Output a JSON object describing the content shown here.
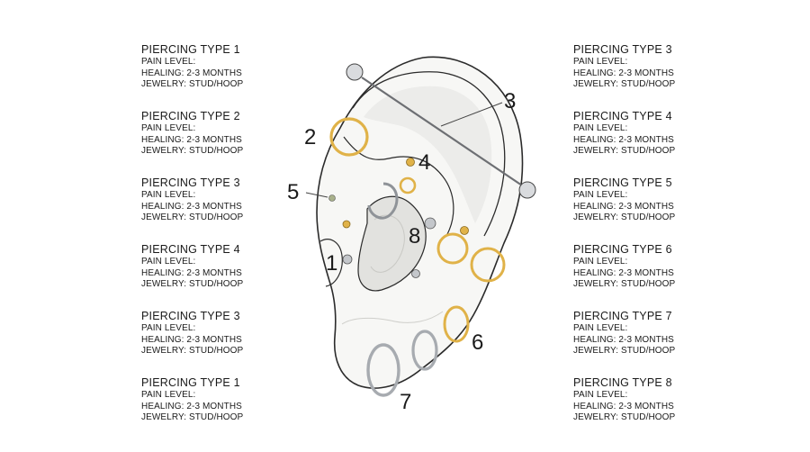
{
  "left_labels": [
    {
      "title": "PIERCING TYPE 1",
      "pain": "PAIN LEVEL:",
      "healing": "HEALING: 2-3 MONTHS",
      "jewelry": "JEWELRY: STUD/HOOP"
    },
    {
      "title": "PIERCING TYPE 2",
      "pain": "PAIN LEVEL:",
      "healing": "HEALING: 2-3 MONTHS",
      "jewelry": "JEWELRY: STUD/HOOP"
    },
    {
      "title": "PIERCING TYPE 3",
      "pain": "PAIN LEVEL:",
      "healing": "HEALING: 2-3 MONTHS",
      "jewelry": "JEWELRY: STUD/HOOP"
    },
    {
      "title": "PIERCING TYPE 4",
      "pain": "PAIN LEVEL:",
      "healing": "HEALING: 2-3 MONTHS",
      "jewelry": "JEWELRY: STUD/HOOP"
    },
    {
      "title": "PIERCING TYPE 3",
      "pain": "PAIN LEVEL:",
      "healing": "HEALING: 2-3 MONTHS",
      "jewelry": "JEWELRY: STUD/HOOP"
    },
    {
      "title": "PIERCING TYPE 1",
      "pain": "PAIN LEVEL:",
      "healing": "HEALING: 2-3 MONTHS",
      "jewelry": "JEWELRY: STUD/HOOP"
    }
  ],
  "right_labels": [
    {
      "title": "PIERCING TYPE 3",
      "pain": "PAIN LEVEL:",
      "healing": "HEALING: 2-3 MONTHS",
      "jewelry": "JEWELRY: STUD/HOOP"
    },
    {
      "title": "PIERCING TYPE 4",
      "pain": "PAIN LEVEL:",
      "healing": "HEALING: 2-3 MONTHS",
      "jewelry": "JEWELRY: STUD/HOOP"
    },
    {
      "title": "PIERCING TYPE 5",
      "pain": "PAIN LEVEL:",
      "healing": "HEALING: 2-3 MONTHS",
      "jewelry": "JEWELRY: STUD/HOOP"
    },
    {
      "title": "PIERCING TYPE 6",
      "pain": "PAIN LEVEL:",
      "healing": "HEALING: 2-3 MONTHS",
      "jewelry": "JEWELRY: STUD/HOOP"
    },
    {
      "title": "PIERCING TYPE 7",
      "pain": "PAIN LEVEL:",
      "healing": "HEALING: 2-3 MONTHS",
      "jewelry": "JEWELRY: STUD/HOOP"
    },
    {
      "title": "PIERCING TYPE 8",
      "pain": "PAIN LEVEL:",
      "healing": "HEALING: 2-3 MONTHS",
      "jewelry": "JEWELRY: STUD/HOOP"
    }
  ],
  "markers": {
    "m1": "1",
    "m2": "2",
    "m3": "3",
    "m4": "4",
    "m5": "5",
    "m6": "6",
    "m7": "7",
    "m8": "8"
  },
  "colors": {
    "gold": "#e0b248",
    "silver": "#b8bcc2",
    "outline": "#2b2b2b",
    "ear_fill": "#f7f7f5",
    "ear_shadow": "#dededb"
  }
}
